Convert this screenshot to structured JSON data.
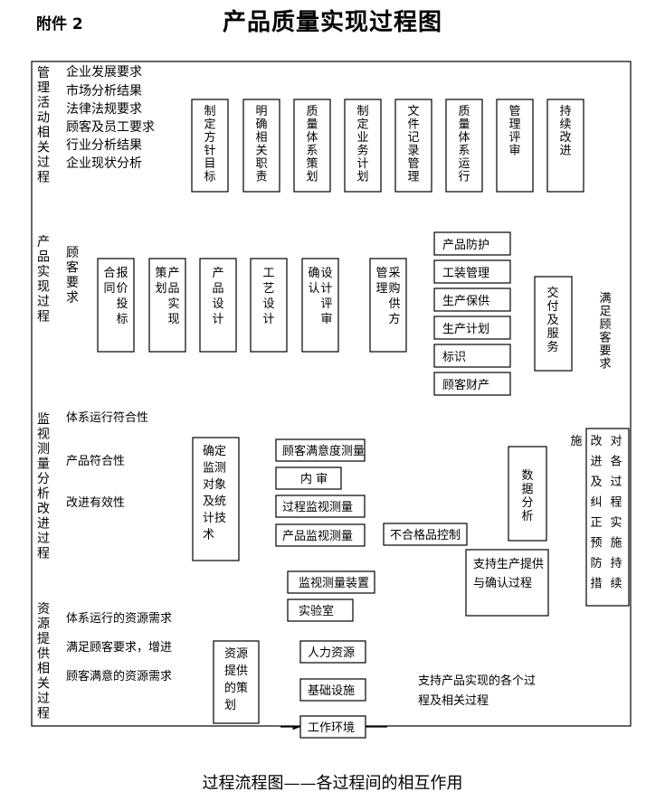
{
  "header": {
    "doc_label": "附件 2",
    "title": "产品质量实现过程图"
  },
  "caption": "过程流程图——各过程间的相互作用",
  "lanes": {
    "management": "管理活动相关过程",
    "product": "产品实现过程",
    "monitoring": "监视测量分析改进过程",
    "resource": "资源提供相关过程"
  },
  "management": {
    "inputs": [
      "企业发展要求",
      "市场分析结果",
      "法律法规要求",
      "顾客及员工要求",
      "行业分析结果",
      "企业现状分析"
    ],
    "steps": [
      "制定方针目标",
      "明确相关职责",
      "质量体系策划",
      "制定业务计划",
      "文件记录管理",
      "质量体系运行",
      "管理评审",
      "持续改进"
    ]
  },
  "product": {
    "input": "顾客要求",
    "steps": [
      "报价投标合同",
      "产品实现策划",
      "产品设计",
      "工艺设计",
      "设计评审确认",
      "采购供方管理"
    ],
    "parallel": [
      "产品防护",
      "工装管理",
      "生产保供",
      "生产计划",
      "标识",
      "顾客财产"
    ],
    "delivery": "交付及服务",
    "output": "满足顾客要求"
  },
  "monitoring": {
    "inputs": [
      "体系运行符合性",
      "产品符合性",
      "改进有效性"
    ],
    "determine": "确定监测对象及统计技术",
    "items": [
      "顾客满意度测量",
      "内 审",
      "过程监视测量",
      "产品监视测量"
    ],
    "nonconforming": "不合格品控制",
    "analysis": "数据分析",
    "improve": "对各过程实施持续改进及纠正预防措施",
    "devices": "监视测量装置",
    "lab": "实验室",
    "support": "支持生产提供与确认过程"
  },
  "resource": {
    "inputs": [
      "体系运行的资源需求",
      "满足顾客要求，增进",
      "顾客满意的资源需求"
    ],
    "plan": "资源提供的策划",
    "items": [
      "人力资源",
      "基础设施",
      "工作环境"
    ],
    "output_lines": [
      "支持产品实现的各个过",
      "程及相关过程"
    ]
  }
}
